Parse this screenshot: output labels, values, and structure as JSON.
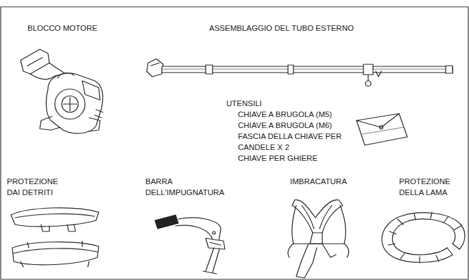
{
  "diagram": {
    "labels": [
      "BLOCCO MOTORE",
      "ASSEMBLAGGIO DEL TUBO ESTERNO",
      "UTENSILI",
      "CHIAVE A BRUGOLA (M5)",
      "CHIAVE A BRUGOLA (M6)",
      "FASCIA DELLA CHIAVE PER CANDELE X 2",
      "CHIAVE PER GHIERE",
      "PROTEZIONE DAI DETRITI",
      "BARRA DELL'IMPUGNATURA",
      "IMBRACATURA",
      "PROTEZIONE DELLA LAMA"
    ]
  }
}
